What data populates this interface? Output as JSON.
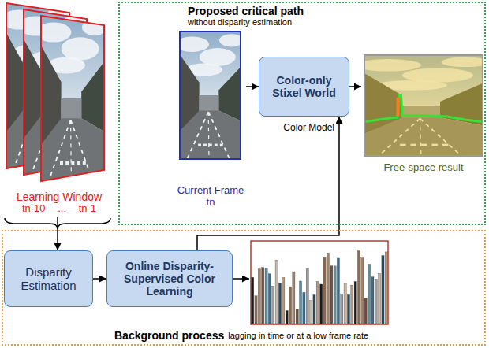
{
  "diagram": {
    "nodes": [
      {
        "text": [
          "Learning Window",
          "tn-10 ... tn-1"
        ]
      },
      {
        "text": [
          "Proposed critical path",
          "without disparity estimation"
        ]
      },
      {
        "text": [
          "Current Frame",
          "tn"
        ],
        "in": 1
      },
      {
        "text": [
          "Color-only Stixel World"
        ],
        "in": 1
      },
      {
        "text": [
          "Free-space result"
        ],
        "in": 1
      },
      {
        "text": [
          "Background process",
          "lagging in time or at a low frame rate"
        ]
      },
      {
        "text": [
          "Disparity Estimation"
        ],
        "in": 5
      },
      {
        "text": [
          "Online Disparity-Supervised Color Learning"
        ],
        "in": 5
      }
    ],
    "edges": [
      {
        "from": 0,
        "to": 6,
        "arrow": "to"
      },
      {
        "from": 2,
        "to": 3,
        "arrow": "to"
      },
      {
        "from": 3,
        "to": 4,
        "arrow": "to"
      },
      {
        "from": 6,
        "to": 7,
        "arrow": "to"
      },
      {
        "from": 7,
        "to": 3,
        "label": "Color Model",
        "arrow": "to"
      }
    ]
  }
}
